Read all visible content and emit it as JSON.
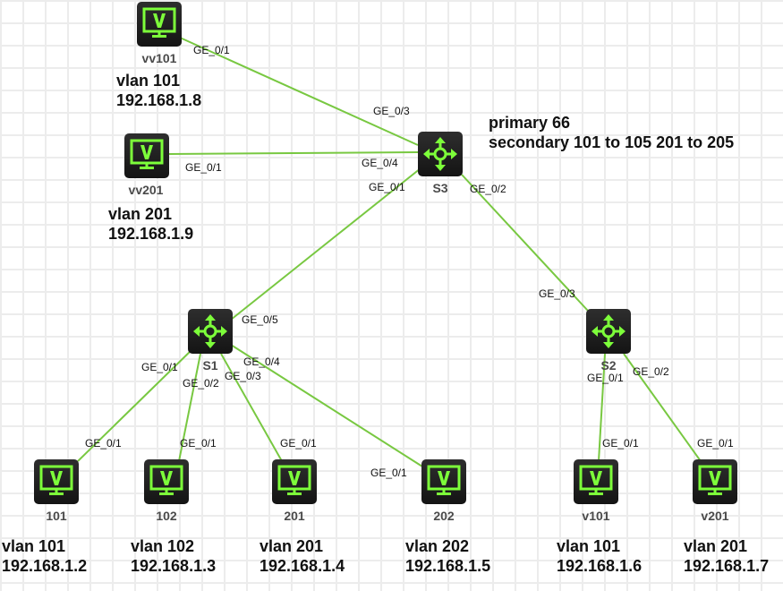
{
  "colors": {
    "link": "#78c841",
    "icon": "#7dff3a",
    "node_bg": "#1f1f1f"
  },
  "nodes": {
    "S3": {
      "label": "S3",
      "type": "switch",
      "icon": "switch-icon"
    },
    "S1": {
      "label": "S1",
      "type": "switch",
      "icon": "switch-icon"
    },
    "S2": {
      "label": "S2",
      "type": "switch",
      "icon": "switch-icon"
    },
    "vv101": {
      "label": "vv101",
      "type": "pc",
      "icon": "pc-icon"
    },
    "vv201": {
      "label": "vv201",
      "type": "pc",
      "icon": "pc-icon"
    },
    "pc101": {
      "label": "101",
      "type": "pc",
      "icon": "pc-icon"
    },
    "pc102": {
      "label": "102",
      "type": "pc",
      "icon": "pc-icon"
    },
    "pc201": {
      "label": "201",
      "type": "pc",
      "icon": "pc-icon"
    },
    "pc202": {
      "label": "202",
      "type": "pc",
      "icon": "pc-icon"
    },
    "v101": {
      "label": "v101",
      "type": "pc",
      "icon": "pc-icon"
    },
    "v201": {
      "label": "v201",
      "type": "pc",
      "icon": "pc-icon"
    }
  },
  "links": [
    {
      "from": "vv101",
      "to": "S3",
      "from_port": "GE_0/1",
      "to_port": "GE_0/3"
    },
    {
      "from": "vv201",
      "to": "S3",
      "from_port": "GE_0/1",
      "to_port": "GE_0/4"
    },
    {
      "from": "S3",
      "to": "S1",
      "from_port": "GE_0/1",
      "to_port": "GE_0/5"
    },
    {
      "from": "S3",
      "to": "S2",
      "from_port": "GE_0/2",
      "to_port": "GE_0/3"
    },
    {
      "from": "S1",
      "to": "pc101",
      "from_port": "GE_0/1",
      "to_port": "GE_0/1"
    },
    {
      "from": "S1",
      "to": "pc102",
      "from_port": "GE_0/2",
      "to_port": "GE_0/1"
    },
    {
      "from": "S1",
      "to": "pc201",
      "from_port": "GE_0/3",
      "to_port": "GE_0/1"
    },
    {
      "from": "S1",
      "to": "pc202",
      "from_port": "GE_0/4",
      "to_port": "GE_0/1"
    },
    {
      "from": "S2",
      "to": "v101",
      "from_port": "GE_0/1",
      "to_port": "GE_0/1"
    },
    {
      "from": "S2",
      "to": "v201",
      "from_port": "GE_0/2",
      "to_port": "GE_0/1"
    }
  ],
  "notes": {
    "s3": {
      "line1": "primary 66",
      "line2": "secondary 101 to 105 201 to 205"
    },
    "vv101": {
      "line1": "vlan 101",
      "line2": "192.168.1.8"
    },
    "vv201": {
      "line1": "vlan 201",
      "line2": "192.168.1.9"
    },
    "pc101": {
      "line1": "vlan 101",
      "line2": "192.168.1.2"
    },
    "pc102": {
      "line1": "vlan 102",
      "line2": "192.168.1.3"
    },
    "pc201": {
      "line1": "vlan 201",
      "line2": "192.168.1.4"
    },
    "pc202": {
      "line1": "vlan 202",
      "line2": "192.168.1.5"
    },
    "v101": {
      "line1": "vlan 101",
      "line2": "192.168.1.6"
    },
    "v201": {
      "line1": "vlan 201",
      "line2": "192.168.1.7"
    }
  }
}
